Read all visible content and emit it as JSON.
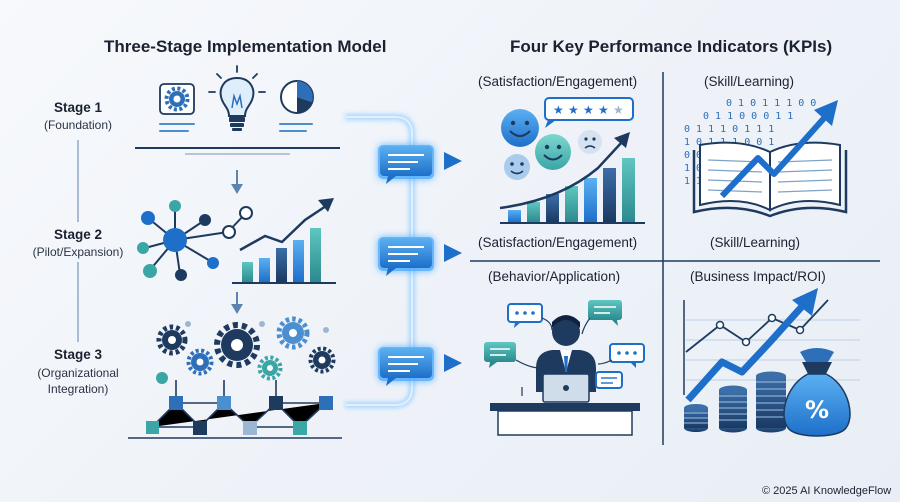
{
  "left_title": "Three-Stage Implementation Model",
  "right_title": "Four Key Performance Indicators (KPIs)",
  "stages": [
    {
      "name": "Stage 1",
      "sub": "(Foundation)"
    },
    {
      "name": "Stage 2",
      "sub": "(Pilot/Expansion)"
    },
    {
      "name": "Stage 3",
      "sub_line1": "(Organizational",
      "sub_line2": "Integration)"
    }
  ],
  "kpis": {
    "top_left": "(Satisfaction/Engagement)",
    "top_right": "(Skill/Learning)",
    "mid_left": "(Satisfaction/Engagement)",
    "mid_right": "(Skill/Learning)",
    "bottom_left": "(Behavior/Application)",
    "bottom_right": "(Business Impact/ROI)"
  },
  "binary_rows": [
    "0 1 0 1 1 1 0 0",
    "0 1 1 0 0 0 1 1",
    "0 1 1 1 0 1 1 1",
    "1 0 1 1 1 0 0 1",
    "0 0 1 0 1 0 1",
    "1 0 0 1 0",
    "1 1 1 0"
  ],
  "percent_symbol": "%",
  "footer": "© 2025 AI KnowledgeFlow",
  "colors": {
    "accent": "#1e88e5",
    "teal": "#3aa6a6",
    "navy": "#1e3a5f",
    "glow": "#46a8ff"
  }
}
